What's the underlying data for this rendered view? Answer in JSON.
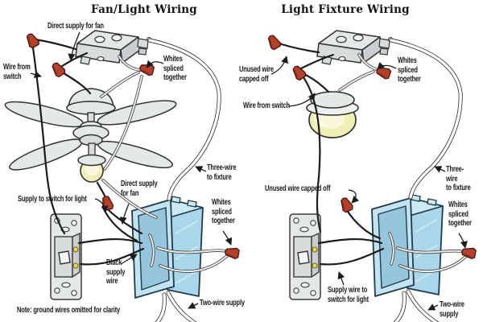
{
  "left": {
    "title": "Fan/Light Wiring",
    "labels": {
      "direct_supply_top": "Direct supply for fan",
      "wire_from_switch": "Wire from\nswitch",
      "whites_spliced_top": "Whites\nspliced\ntogether",
      "three_wire_to_fixture": "Three-wire\nto fixture",
      "direct_supply_mid": "Direct supply\nfor fan",
      "supply_to_switch": "Supply to switch for light",
      "whites_spliced_mid": "Whites\nspliced\ntogether",
      "black_supply_wire": "Black\nsupply\nwire",
      "two_wire_supply": "Two-wire supply"
    },
    "note": "Note: ground wires omitted for clarity"
  },
  "right": {
    "title": "Light Fixture Wiring",
    "labels": {
      "unused_wire_top": "Unused wire\ncapped off",
      "whites_spliced_top": "Whites\nspliced\ntogether",
      "wire_from_switch": "Wire from switch",
      "unused_wire_mid": "Unused wire capped off",
      "three_wire_to_fixture": "Three-wire\nto fixture",
      "whites_spliced_mid": "Whites\nspliced\ntogether",
      "supply_wire_to_switch": "Supply wire to\nswitch for light",
      "two_wire_supply": "Two-wire supply"
    }
  },
  "colors": {
    "line": "#2b2b2b",
    "metal": "#e3e8e9",
    "metal_dark": "#c9cfd1",
    "metal_mid": "#d7dcdd",
    "box_blue_light": "#cfe9f4",
    "box_blue": "#a9d6e9",
    "box_blue_rim": "#c4e3f0",
    "box_blue_inner": "#95c6db",
    "bulb_yellow": "#f2efb6",
    "bulb_highlight": "#f9f8dc",
    "nut_red": "#b5412d",
    "screw_yellow": "#e9d54e"
  }
}
